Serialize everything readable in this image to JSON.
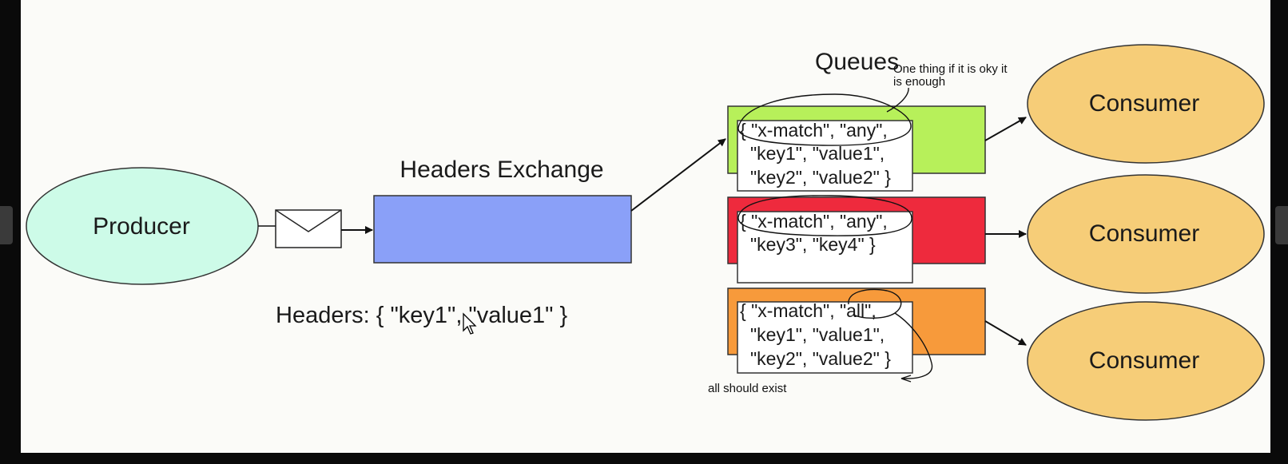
{
  "diagram": {
    "producer_label": "Producer",
    "exchange_title": "Headers Exchange",
    "message_headers": "Headers: { \"key1\", \"value1\" }",
    "queues_title": "Queues",
    "queues": [
      {
        "color": "#b7f05a",
        "lines": [
          "{ \"x-match\", \"any\",",
          "\"key1\", \"value1\",",
          "\"key2\", \"value2\" }"
        ]
      },
      {
        "color": "#ee2a3d",
        "lines": [
          "{ \"x-match\", \"any\",",
          "\"key3\", \"key4\" }"
        ]
      },
      {
        "color": "#f79a3b",
        "lines": [
          "{ \"x-match\", \"all\",",
          "\"key1\", \"value1\",",
          "\"key2\", \"value2\" }"
        ]
      }
    ],
    "consumer_labels": [
      "Consumer",
      "Consumer",
      "Consumer"
    ]
  },
  "annotations": {
    "any_note_line1": "One thing if it is oky it",
    "any_note_line2": "is enough",
    "all_note": "all should exist"
  },
  "colors": {
    "producer": "#cdfbe8",
    "exchange": "#8aa0f8",
    "consumer": "#f6cd78"
  },
  "icons": [
    "envelope-icon",
    "mouse-cursor-icon"
  ]
}
